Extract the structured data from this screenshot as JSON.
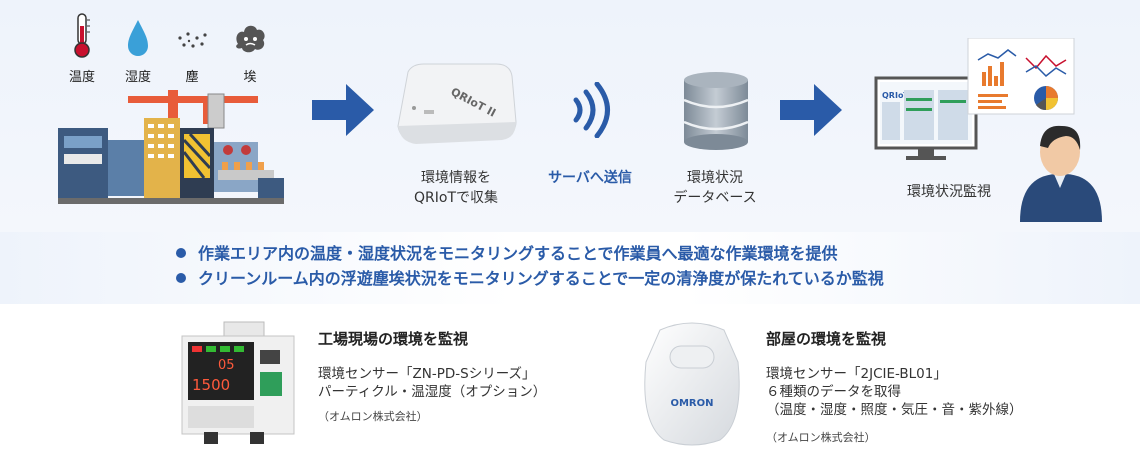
{
  "sensors": [
    {
      "label": "温度",
      "icon": "thermometer-icon"
    },
    {
      "label": "湿度",
      "icon": "water-drop-icon"
    },
    {
      "label": "塵",
      "icon": "dust-particles-icon"
    },
    {
      "label": "埃",
      "icon": "dust-cloud-icon"
    }
  ],
  "device_logo": "QRIoT II",
  "flow": {
    "collect_line1": "環境情報を",
    "collect_line2": "QRIoTで収集",
    "send": "サーバへ送信",
    "db_line1": "環境状況",
    "db_line2": "データベース",
    "monitor": "環境状況監視",
    "monitor_logo": "QRIoT"
  },
  "bullets": [
    "作業エリア内の温度・湿度状況をモニタリングすることで作業員へ最適な作業環境を提供",
    "クリーンルーム内の浮遊塵埃状況をモニタリングすることで一定の清浄度が保たれているか監視"
  ],
  "products": [
    {
      "title": "工場現場の環境を監視",
      "line1": "環境センサー「ZN-PD-Sシリーズ」",
      "line2": "パーティクル・温湿度（オプション）",
      "note": "（オムロン株式会社）",
      "display_top": "05",
      "display_bottom": "1500"
    },
    {
      "title": "部屋の環境を監視",
      "line1": "環境センサー「2JCIE-BL01」",
      "line2": "６種類のデータを取得",
      "line3": "（温度・湿度・照度・気圧・音・紫外線）",
      "note": "（オムロン株式会社）",
      "brand": "OMRON"
    }
  ],
  "colors": {
    "accent": "#2a5ba8",
    "arrow": "#2a5ba8",
    "thermo": "#c8102e",
    "drop": "#3aa0d8"
  }
}
